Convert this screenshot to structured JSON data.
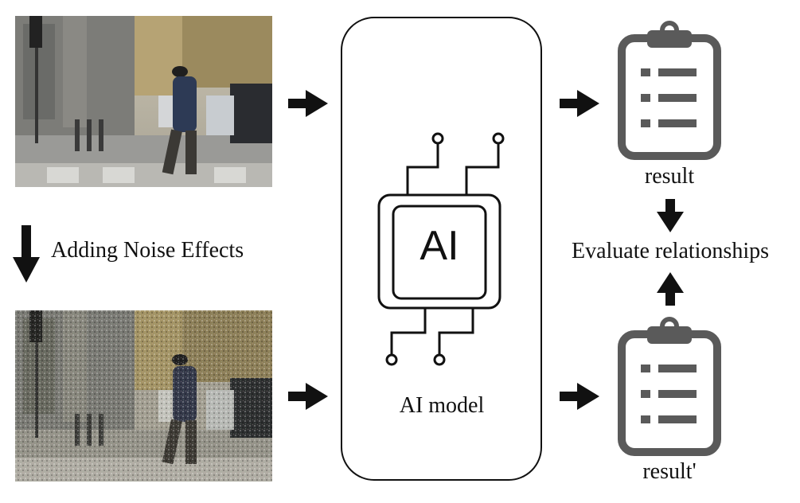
{
  "labels": {
    "noise_step": "Adding Noise Effects",
    "model": "AI model",
    "chip_text": "AI",
    "result": "result",
    "result_prime": "result'",
    "evaluate": "Evaluate relationships"
  },
  "images": {
    "original_photo": "street-scene-photo",
    "noisy_photo": "street-scene-photo-with-noise"
  },
  "colors": {
    "stroke": "#111111",
    "icon_gray": "#5a5a5a"
  }
}
